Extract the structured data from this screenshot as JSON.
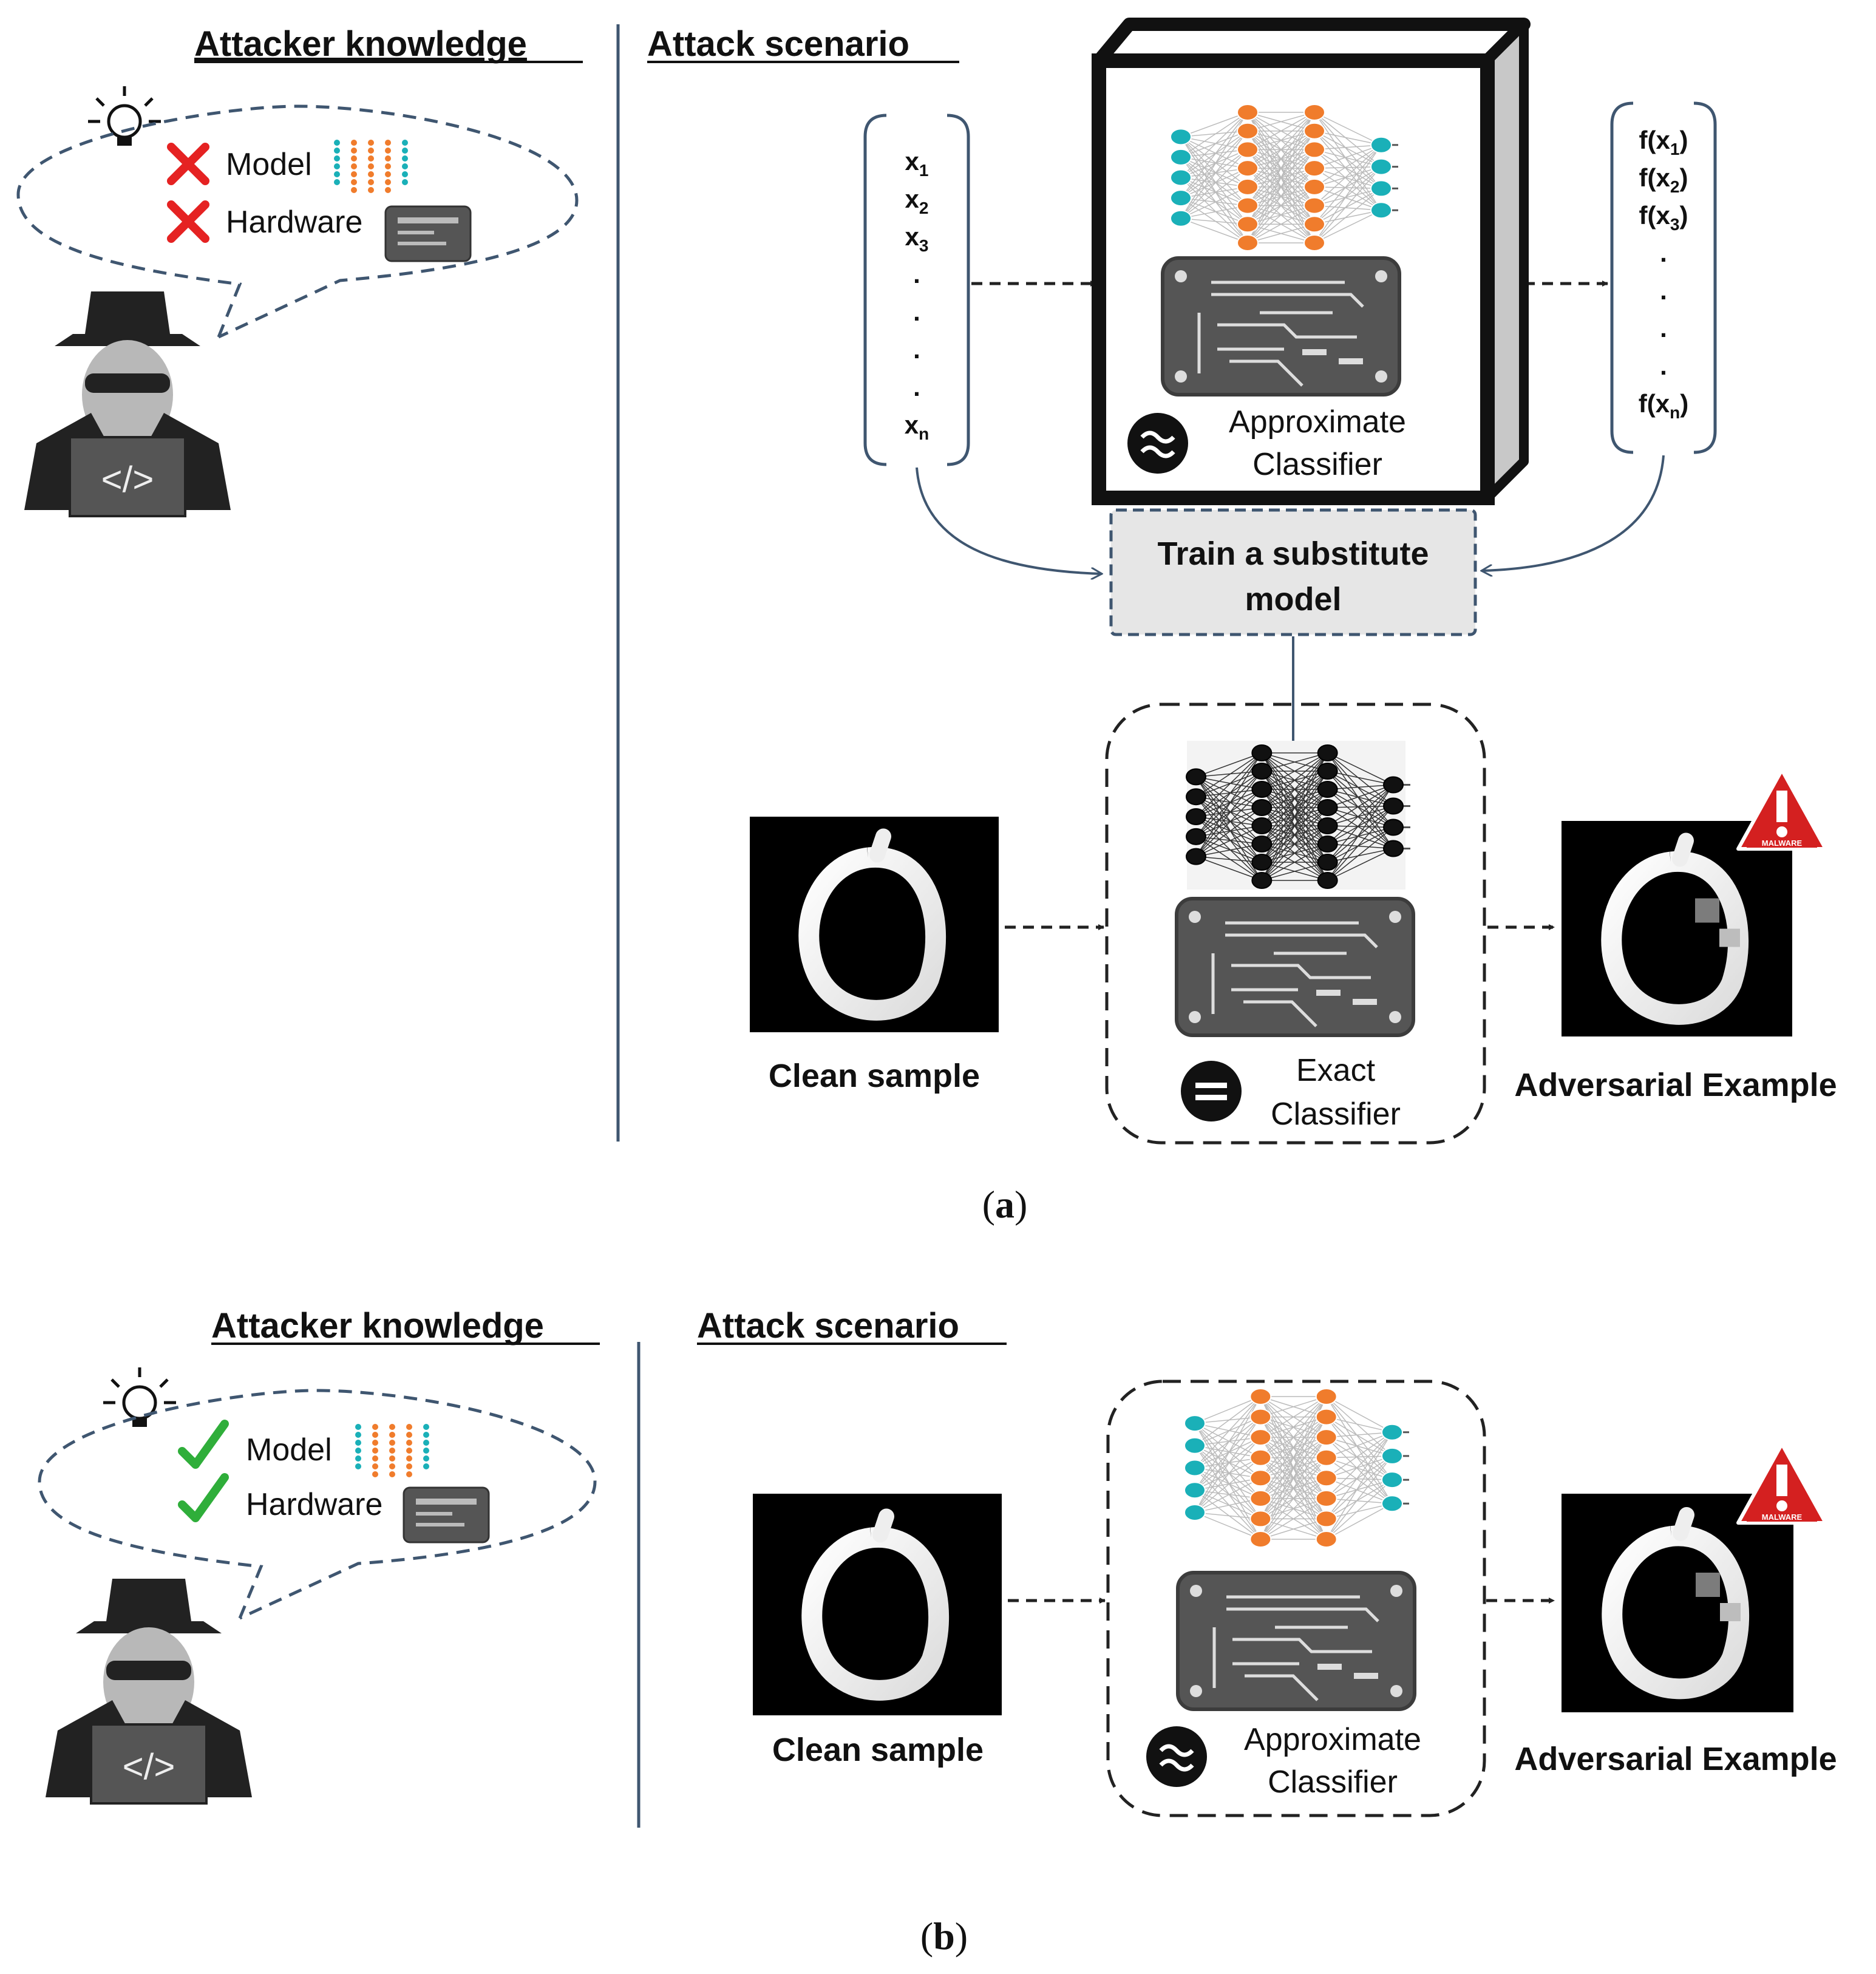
{
  "panel_a": {
    "knowledge_title": "Attacker knowledge",
    "scenario_title": "Attack scenario",
    "model_label": "Model",
    "hardware_label": "Hardware",
    "model_status": "unknown",
    "hardware_status": "unknown",
    "inputs": [
      "x1",
      "x2",
      "x3",
      ".",
      ".",
      ".",
      ".",
      "xn"
    ],
    "outputs": [
      "f(x1)",
      "f(x2)",
      "f(x3)",
      ".",
      ".",
      ".",
      ".",
      "f(xn)"
    ],
    "blackbox_line1": "Approximate",
    "blackbox_line2": "Classifier",
    "substitute_line1": "Train a substitute",
    "substitute_line2": "model",
    "clean_label": "Clean sample",
    "classifier_line1": "Exact",
    "classifier_line2": "Classifier",
    "adversarial_label": "Adversarial Example",
    "caption_letter": "a"
  },
  "panel_b": {
    "knowledge_title": "Attacker knowledge",
    "scenario_title": "Attack scenario",
    "model_label": "Model",
    "hardware_label": "Hardware",
    "model_status": "known",
    "hardware_status": "known",
    "clean_label": "Clean sample",
    "classifier_line1": "Approximate",
    "classifier_line2": "Classifier",
    "adversarial_label": "Adversarial Example",
    "caption_letter": "b"
  },
  "badge_text": "MALWARE",
  "laptop_code": "</>",
  "colors": {
    "input_node": "#1ab0b8",
    "hidden_node": "#f07c2c",
    "mono_node": "#111111",
    "dashed_line": "#3f5670",
    "cross": "#e52222",
    "check": "#2fae3a",
    "warning": "#d42020"
  }
}
